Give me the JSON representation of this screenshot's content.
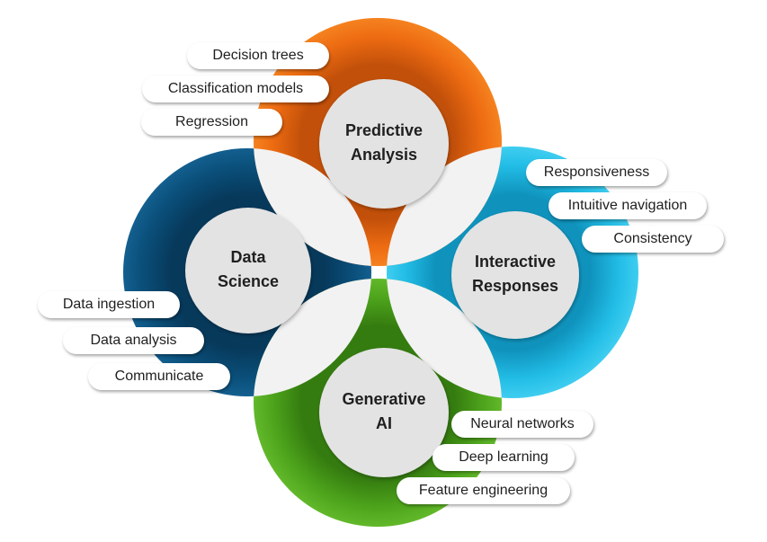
{
  "colors": {
    "predictive": "#ee6c12",
    "data_science": "#0a4f7a",
    "interactive": "#22bde6",
    "generative": "#4ea51c",
    "hub": "#e3e3e3",
    "overlap": "#f2f2f2"
  },
  "hubs": {
    "predictive": {
      "line1": "Predictive",
      "line2": "Analysis"
    },
    "data_science": {
      "line1": "Data",
      "line2": "Science"
    },
    "interactive": {
      "line1": "Interactive",
      "line2": "Responses"
    },
    "generative": {
      "line1": "Generative",
      "line2": "AI"
    }
  },
  "tags": {
    "predictive": [
      "Decision trees",
      "Classification models",
      "Regression"
    ],
    "interactive": [
      "Responsiveness",
      "Intuitive navigation",
      "Consistency"
    ],
    "data_science": [
      "Data ingestion",
      "Data analysis",
      "Communicate"
    ],
    "generative": [
      "Neural networks",
      "Deep learning",
      "Feature engineering"
    ]
  }
}
